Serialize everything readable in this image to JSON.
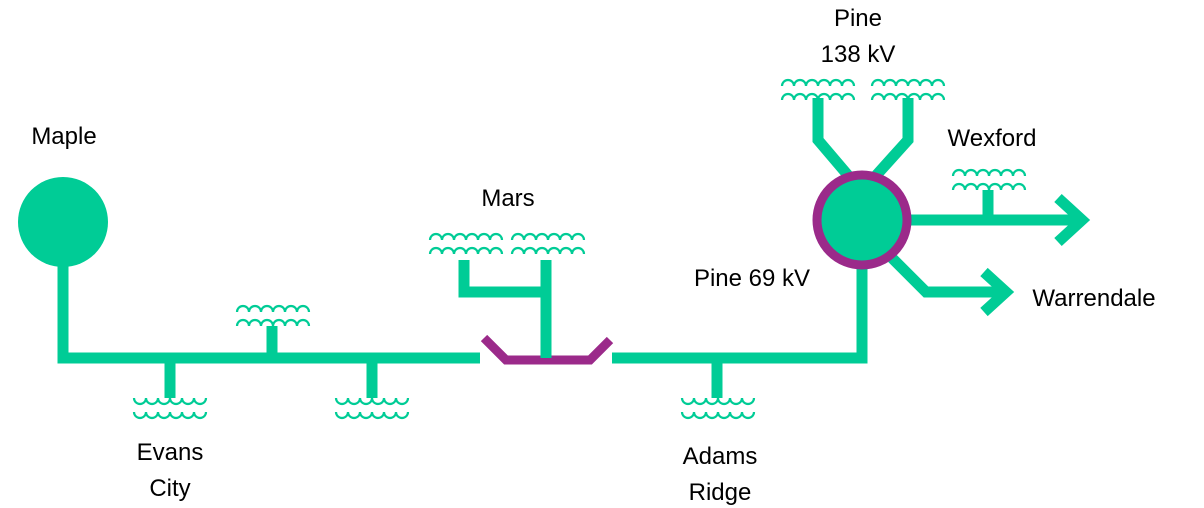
{
  "colors": {
    "line": "#00CC96",
    "accent": "#9B2A8A",
    "text": "#000000"
  },
  "labels": {
    "maple": "Maple",
    "mars": "Mars",
    "pine_138_line1": "Pine",
    "pine_138_line2": "138 kV",
    "wexford": "Wexford",
    "pine_69": "Pine 69 kV",
    "warrendale": "Warrendale",
    "evans_line1": "Evans",
    "evans_line2": "City",
    "adams_line1": "Adams",
    "adams_line2": "Ridge"
  },
  "icons": [
    "substation-node",
    "load-transformer-icon",
    "arrow-icon"
  ]
}
